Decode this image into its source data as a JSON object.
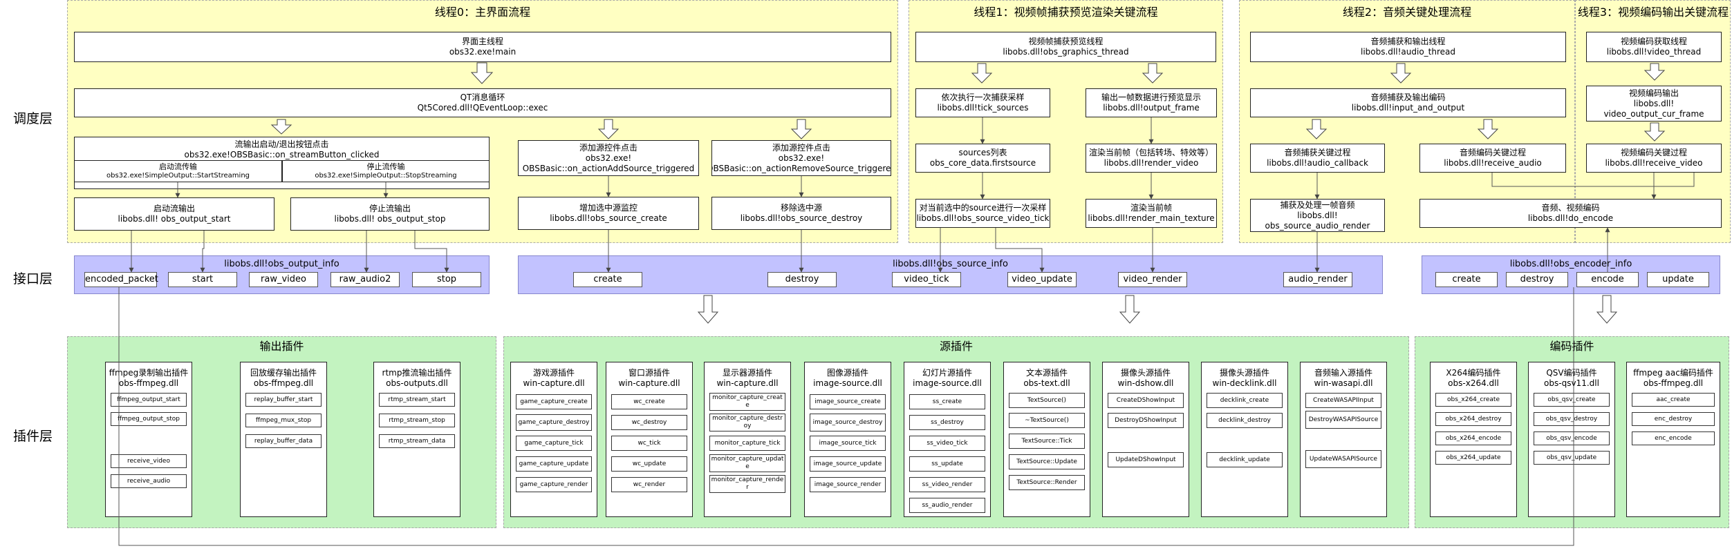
{
  "layers": {
    "scheduling": "调度层",
    "interface": "接口层",
    "plugin": "插件层"
  },
  "threads": {
    "t0": {
      "title": "线程0：主界面流程",
      "main": {
        "l1": "界面主线程",
        "l2": "obs32.exe!main"
      },
      "qt": {
        "l1": "QT消息循环",
        "l2": "Qt5Cored.dll!QEventLoop::exec"
      },
      "stream_btn": {
        "l1": "流输出启动/退出按钮点击",
        "l2": "obs32.exe!OBSBasic::on_streamButton_clicked"
      },
      "start_stream": {
        "l1": "启动流传输",
        "l2": "obs32.exe!SimpleOutput::StartStreaming"
      },
      "stop_stream": {
        "l1": "停止流传输",
        "l2": "obs32.exe!SimpleOutput::StopStreaming"
      },
      "output_start": {
        "l1": "启动流输出",
        "l2": "libobs.dll! obs_output_start"
      },
      "output_stop": {
        "l1": "停止流输出",
        "l2": "libobs.dll! obs_output_stop"
      },
      "add_source": {
        "l1": "添加源控件点击",
        "l2": "obs32.exe!",
        "l3": "OBSBasic::on_actionAddSource_triggered"
      },
      "source_create": {
        "l1": "增加选中源监控",
        "l2": "libobs.dll!obs_source_create"
      },
      "remove_source": {
        "l1": "添加源控件点击",
        "l2": "obs32.exe!",
        "l3": "OBSBasic::on_actionRemoveSource_triggered"
      },
      "source_destroy": {
        "l1": "移除选中源",
        "l2": "libobs.dll!obs_source_destroy"
      }
    },
    "t1": {
      "title": "线程1：视频帧捕获预览渲染关键流程",
      "gfx": {
        "l1": "视频帧捕获预览线程",
        "l2": "libobs.dll!obs_graphics_thread"
      },
      "tick_sources": {
        "l1": "依次执行一次捕获采样",
        "l2": "libobs.dll!tick_sources"
      },
      "output_frame": {
        "l1": "输出一帧数据进行预览显示",
        "l2": "libobs.dll!output_frame"
      },
      "sources_list": {
        "l1": "sources列表",
        "l2": "obs_core_data.firstsource"
      },
      "render_video": {
        "l1": "渲染当前帧（包括转场、特效等）",
        "l2": "libobs.dll!render_video"
      },
      "video_tick": {
        "l1": "对当前选中的source进行一次采样",
        "l2": "libobs.dll!obs_source_video_tick"
      },
      "render_main": {
        "l1": "渲染当前帧",
        "l2": "libobs.dll!render_main_texture"
      }
    },
    "t2": {
      "title": "线程2：音频关键处理流程",
      "audio_thread": {
        "l1": "音频捕获和输出线程",
        "l2": "libobs.dll!audio_thread"
      },
      "input_output": {
        "l1": "音频捕获及输出编码",
        "l2": "libobs.dll!input_and_output"
      },
      "audio_callback": {
        "l1": "音频捕获关键过程",
        "l2": "libobs.dll!audio_callback"
      },
      "receive_audio": {
        "l1": "音频编码关键过程",
        "l2": "libobs.dll!receive_audio"
      },
      "audio_render": {
        "l1": "捕获及处理一帧音频",
        "l2": "libobs.dll!",
        "l3": "obs_source_audio_render"
      }
    },
    "t3": {
      "title": "线程3：视频编码输出关键流程",
      "video_thread": {
        "l1": "视频编码获取线程",
        "l2": "libobs.dll!video_thread"
      },
      "cur_frame": {
        "l1": "视频编码输出",
        "l2": "libobs.dll!",
        "l3": "video_output_cur_frame"
      },
      "receive_video": {
        "l1": "视频编码关键过程",
        "l2": "libobs.dll!receive_video"
      },
      "do_encode": {
        "l1": "音频、视频编码",
        "l2": "libobs.dll!do_encode"
      }
    }
  },
  "interfaces": {
    "output": {
      "title": "libobs.dll!obs_output_info",
      "items": [
        "encoded_packet",
        "start",
        "raw_video",
        "raw_audio2",
        "stop"
      ]
    },
    "source": {
      "title": "libobs.dll!obs_source_info",
      "items": [
        "create",
        "destroy",
        "video_tick",
        "video_update",
        "video_render",
        "audio_render"
      ]
    },
    "encoder": {
      "title": "libobs.dll!obs_encoder_info",
      "items": [
        "create",
        "destroy",
        "encode",
        "update"
      ]
    }
  },
  "plugin_groups": {
    "output": {
      "title": "输出插件",
      "plugins": [
        {
          "name": "ffmpeg录制输出插件",
          "dll": "obs-ffmpeg.dll",
          "funcs": [
            "ffmpeg_output_start",
            "ffmpeg_output_stop",
            "receive_video",
            "receive_audio"
          ]
        },
        {
          "name": "回放缓存输出插件",
          "dll": "obs-ffmpeg.dll",
          "funcs": [
            "replay_buffer_start",
            "ffmpeg_mux_stop",
            "replay_buffer_data"
          ]
        },
        {
          "name": "rtmp推流输出插件",
          "dll": "obs-outputs.dll",
          "funcs": [
            "rtmp_stream_start",
            "rtmp_stream_stop",
            "rtmp_stream_data"
          ]
        }
      ]
    },
    "source": {
      "title": "源插件",
      "plugins": [
        {
          "name": "游戏源插件",
          "dll": "win-capture.dll",
          "funcs": [
            "game_capture_create",
            "game_capture_destroy",
            "game_capture_tick",
            "game_capture_update",
            "game_capture_render"
          ]
        },
        {
          "name": "窗口源插件",
          "dll": "win-capture.dll",
          "funcs": [
            "wc_create",
            "wc_destroy",
            "wc_tick",
            "wc_update",
            "wc_render"
          ]
        },
        {
          "name": "显示器源插件",
          "dll": "win-capture.dll",
          "funcs": [
            "monitor_capture_create",
            "monitor_capture_destroy",
            "monitor_capture_tick",
            "monitor_capture_update",
            "monitor_capture_render"
          ]
        },
        {
          "name": "图像源插件",
          "dll": "image-source.dll",
          "funcs": [
            "image_source_create",
            "image_source_destroy",
            "image_source_tick",
            "image_source_update",
            "image_source_render"
          ]
        },
        {
          "name": "幻灯片源插件",
          "dll": "image-source.dll",
          "funcs": [
            "ss_create",
            "ss_destroy",
            "ss_video_tick",
            "ss_update",
            "ss_video_render",
            "ss_audio_render"
          ]
        },
        {
          "name": "文本源插件",
          "dll": "obs-text.dll",
          "funcs": [
            "TextSource()",
            "~TextSource()",
            "TextSource::Tick",
            "TextSource::Update",
            "TextSource::Render"
          ]
        },
        {
          "name": "摄像头源插件",
          "dll": "win-dshow.dll",
          "funcs": [
            "CreateDShowInput",
            "DestroyDShowInput",
            "UpdateDShowInput"
          ]
        },
        {
          "name": "摄像头源插件",
          "dll": "win-decklink.dll",
          "funcs": [
            "decklink_create",
            "decklink_destroy",
            "decklink_update"
          ]
        },
        {
          "name": "音频输入源插件",
          "dll": "win-wasapi.dll",
          "funcs": [
            "CreateWASAPIInput",
            "DestroyWASAPISource",
            "UpdateWASAPISource"
          ]
        }
      ]
    },
    "encoder": {
      "title": "编码插件",
      "plugins": [
        {
          "name": "X264编码插件",
          "dll": "obs-x264.dll",
          "funcs": [
            "obs_x264_create",
            "obs_x264_destroy",
            "obs_x264_encode",
            "obs_x264_update"
          ]
        },
        {
          "name": "QSV编码插件",
          "dll": "obs-qsv11.dll",
          "funcs": [
            "obs_qsv_create",
            "obs_qsv_destroy",
            "obs_qsv_encode",
            "obs_qsv_update"
          ]
        },
        {
          "name": "ffmpeg aac编码插件",
          "dll": "obs-ffmpeg.dll",
          "funcs": [
            "aac_create",
            "enc_destroy",
            "enc_encode"
          ]
        }
      ]
    }
  }
}
